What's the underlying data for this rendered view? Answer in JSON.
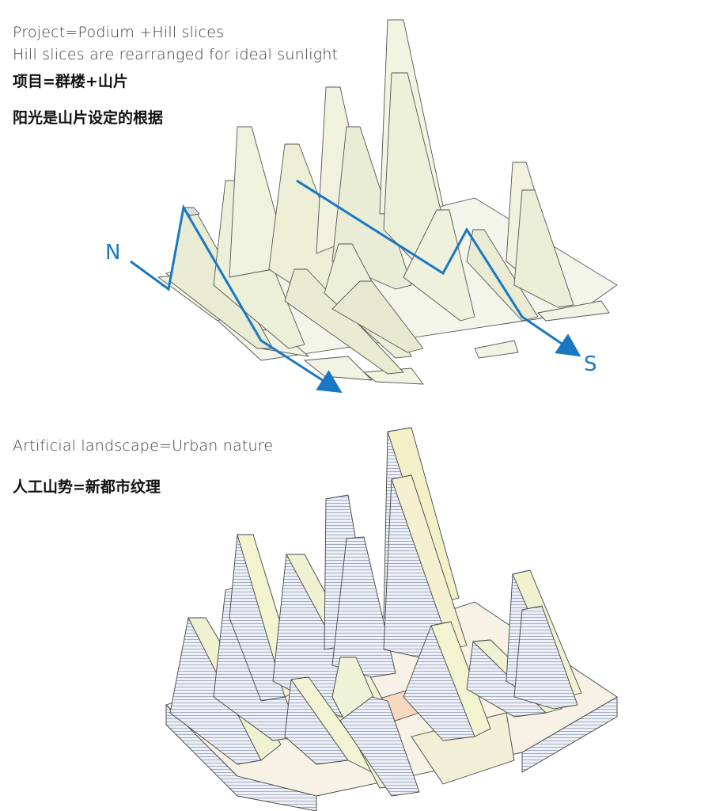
{
  "top": {
    "en_line1": "Project=Podium +Hill slices",
    "en_line2": "Hill slices are rearranged for ideal sunlight",
    "zh_line1": "项目=群楼+山片",
    "zh_line2": "阳光是山片设定的根据",
    "north_label": "N",
    "south_label": "S"
  },
  "bottom": {
    "en_line1": "Artificial landscape=Urban nature",
    "zh_line1": "人工山势=新都市纹理"
  },
  "colors": {
    "accent": "#1a78c2",
    "slab": "#eef2d6",
    "slab_dark": "#e2e6c4",
    "side": "#ededed",
    "stripe": "#7f8eb0"
  }
}
